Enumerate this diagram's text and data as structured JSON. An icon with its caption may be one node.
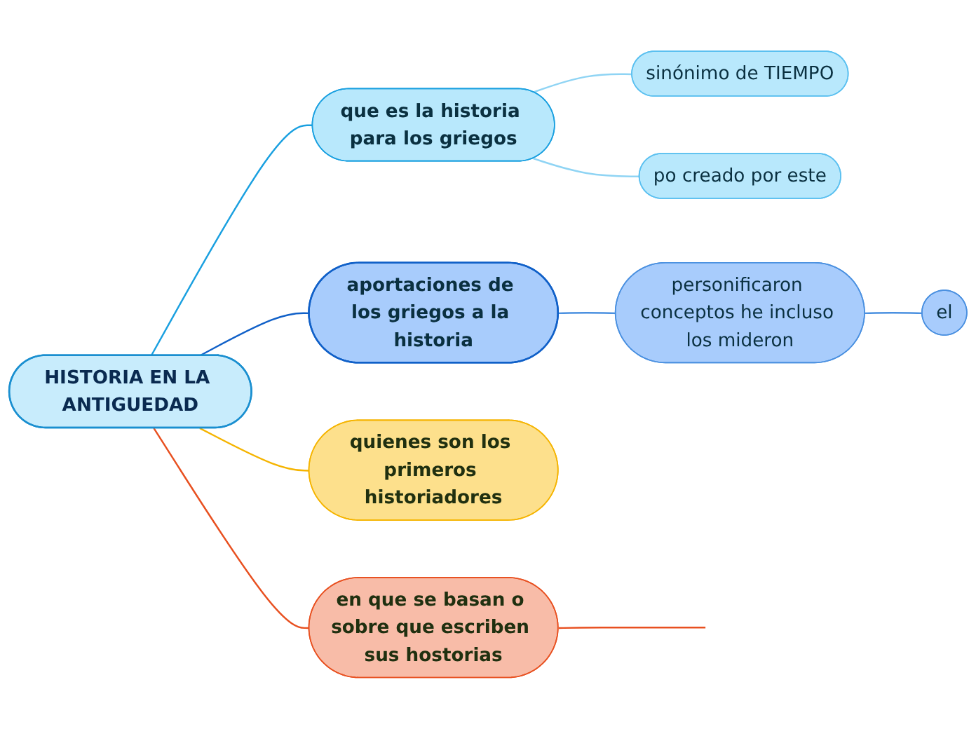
{
  "diagram": {
    "nodes": [
      {
        "text": [
          "HISTORIA EN LA ANTIGUEDAD"
        ]
      },
      {
        "text": [
          "que es la historia para los griegos"
        ]
      },
      {
        "text": [
          "sinónimo de TIEMPO"
        ]
      },
      {
        "text": [
          "po creado por este"
        ]
      },
      {
        "text": [
          "aportaciones de los griegos a la historia"
        ]
      },
      {
        "text": [
          "personificaron conceptos he incluso los mideron"
        ]
      },
      {
        "text": [
          "el"
        ]
      },
      {
        "text": [
          "quienes son los primeros historiadores"
        ]
      },
      {
        "text": [
          "en que se basan o sobre que escriben sus hostorias"
        ]
      }
    ],
    "edges": [
      {
        "from": 0,
        "to": 1,
        "arrow": "none",
        "color": "#1aa0e0"
      },
      {
        "from": 1,
        "to": 2,
        "arrow": "none",
        "color": "#8fd4f4"
      },
      {
        "from": 1,
        "to": 3,
        "arrow": "none",
        "color": "#8fd4f4"
      },
      {
        "from": 0,
        "to": 4,
        "arrow": "none",
        "color": "#1060c8"
      },
      {
        "from": 4,
        "to": 5,
        "arrow": "none",
        "color": "#4a90e0"
      },
      {
        "from": 5,
        "to": 6,
        "arrow": "none",
        "color": "#4a90e0"
      },
      {
        "from": 0,
        "to": 7,
        "arrow": "none",
        "color": "#f5b400"
      },
      {
        "from": 0,
        "to": 8,
        "arrow": "none",
        "color": "#e85020"
      },
      {
        "from": 8,
        "to": null,
        "arrow": "none",
        "color": "#e85020"
      }
    ]
  }
}
